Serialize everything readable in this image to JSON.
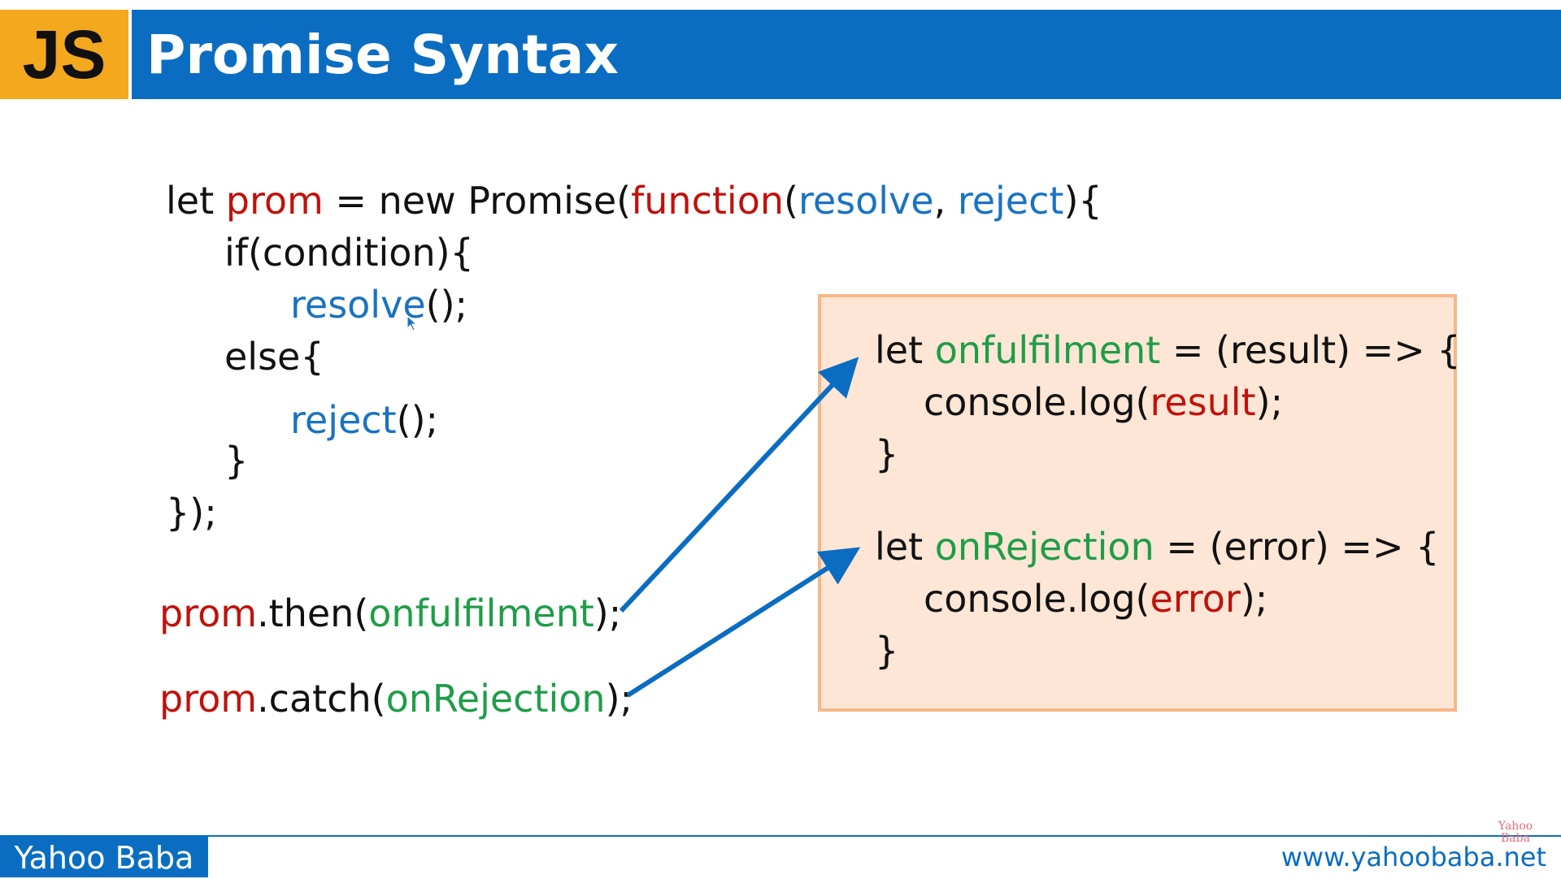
{
  "header": {
    "badge": "JS",
    "title": "Promise Syntax"
  },
  "code": {
    "line1": {
      "a": "let ",
      "b": "prom",
      "c": " = new Promise(",
      "d": "function",
      "e": "(",
      "f": "resolve",
      "g": ", ",
      "h": "reject",
      "i": "){"
    },
    "line2": "if(condition){",
    "line3": {
      "a": "resolve",
      "b": "();"
    },
    "line4": "else{",
    "line5": {
      "a": "reject",
      "b": "();"
    },
    "line6": "}",
    "line7": "});",
    "then_line": {
      "a": "prom",
      "b": ".then(",
      "c": "onfulfilment",
      "d": ");"
    },
    "catch_line": {
      "a": "prom",
      "b": ".catch(",
      "c": "onRejection",
      "d": ");"
    }
  },
  "box": {
    "f1": {
      "a": "let ",
      "b": "onfulfilment",
      "c": " = (result) => {"
    },
    "f2": {
      "a": "console.log(",
      "b": "result",
      "c": ");"
    },
    "f3": "}",
    "r1": {
      "a": "let ",
      "b": "onRejection",
      "c": " = (error) => {"
    },
    "r2": {
      "a": "console.log(",
      "b": "error",
      "c": ");"
    },
    "r3": "}"
  },
  "footer": {
    "brand": "Yahoo Baba",
    "website": "www.yahoobaba.net",
    "logo_top": "Yahoo",
    "logo_bottom": "Baba"
  },
  "colors": {
    "header_blue": "#0a6dc2",
    "badge_yellow": "#f4a81d",
    "keyword_red": "#c0120c",
    "param_blue": "#1a73c1",
    "handler_green": "#1f9d48",
    "box_fill": "#fde6d6",
    "box_border": "#f6b887"
  }
}
